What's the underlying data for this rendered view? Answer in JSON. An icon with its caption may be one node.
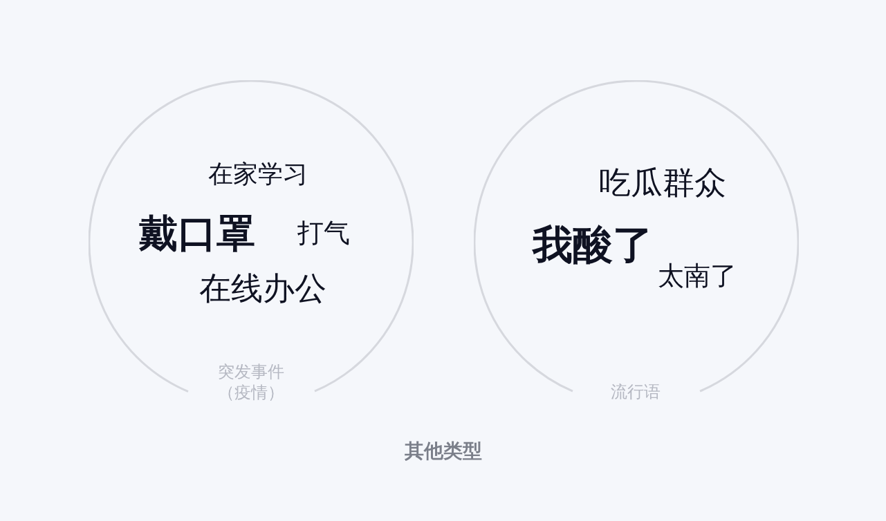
{
  "diagram": {
    "caption": "其他类型",
    "nodes": [
      {
        "text": [
          "在家学习",
          "戴口罩",
          "打气",
          "在线办公",
          "突发事件（疫情）"
        ]
      },
      {
        "text": [
          "吃瓜群众",
          "我酸了",
          "太南了",
          "流行语"
        ]
      }
    ]
  }
}
